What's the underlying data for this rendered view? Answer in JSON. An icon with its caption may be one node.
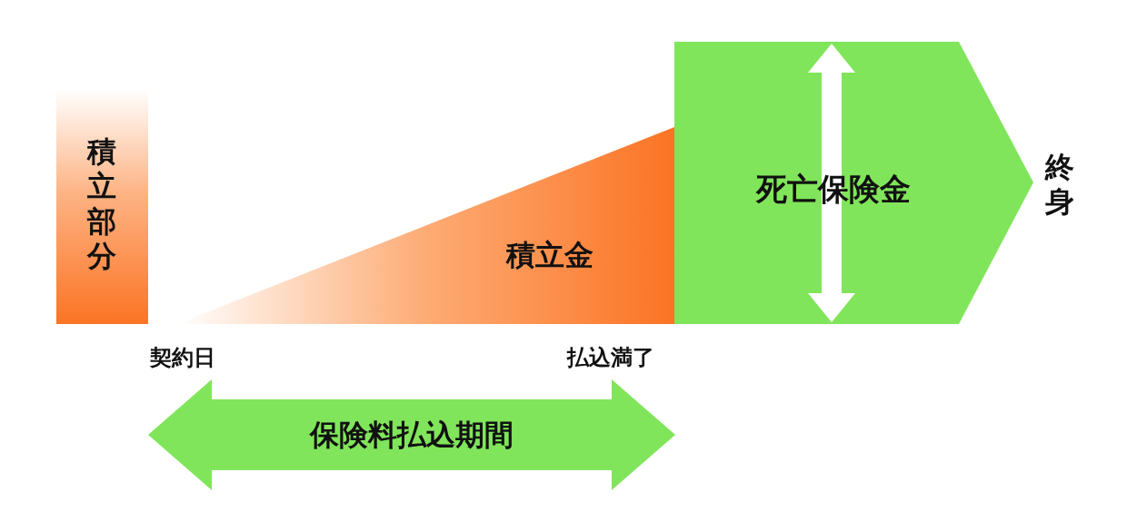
{
  "diagram": {
    "nodes": [
      {
        "text": [
          "積立部分"
        ]
      },
      {
        "text": [
          "積立金"
        ]
      },
      {
        "text": [
          "死亡保険金"
        ]
      },
      {
        "text": [
          "保険料払込期間"
        ]
      }
    ],
    "edges": [],
    "labels": [
      "契約日",
      "払込満了",
      "終身"
    ]
  }
}
